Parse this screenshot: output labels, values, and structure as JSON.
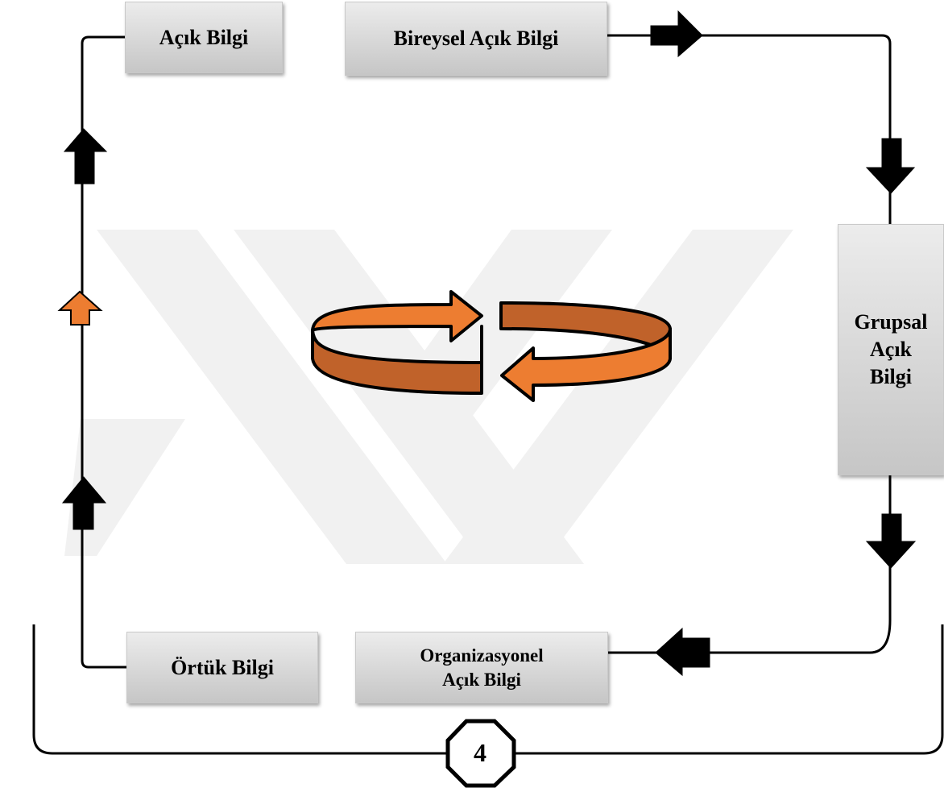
{
  "diagram": {
    "boxes": {
      "acik_bilgi": "Açık Bilgi",
      "bireysel_acik_bilgi": "Bireysel Açık Bilgi",
      "grupsal_acik_bilgi": "Grupsal\nAçık\nBilgi",
      "ortuk_bilgi": "Örtük Bilgi",
      "organizasyonel_acik_bilgi": "Organizasyonel\nAçık Bilgi"
    },
    "step_number": "4",
    "icons": {
      "arrow": "block-arrow-icon",
      "cycle": "circular-arrows-icon",
      "badge": "octagon-icon"
    },
    "colors": {
      "arrow": "#000000",
      "highlight_arrow": "#ed7d31",
      "cycle_dark": "#c0622a",
      "box_fill": "#d7d7d7",
      "watermark": "#f0f0f0"
    }
  }
}
